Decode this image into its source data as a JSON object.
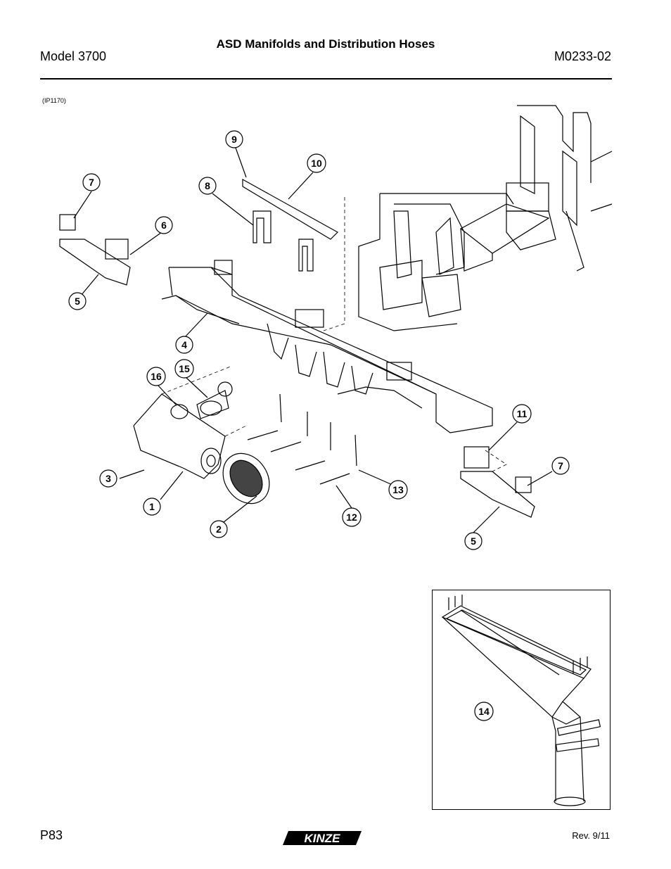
{
  "header": {
    "model": "Model 3700",
    "title": "ASD Manifolds and Distribution Hoses",
    "manual_number": "M0233-02"
  },
  "figure": {
    "ref": "(IP1170)",
    "callouts": [
      "1",
      "2",
      "3",
      "4",
      "5",
      "5",
      "6",
      "7",
      "7",
      "8",
      "9",
      "10",
      "11",
      "12",
      "13",
      "15",
      "16"
    ],
    "inset_callout": "14"
  },
  "footer": {
    "page": "P83",
    "brand": "KINZE",
    "revision": "Rev. 9/11"
  }
}
